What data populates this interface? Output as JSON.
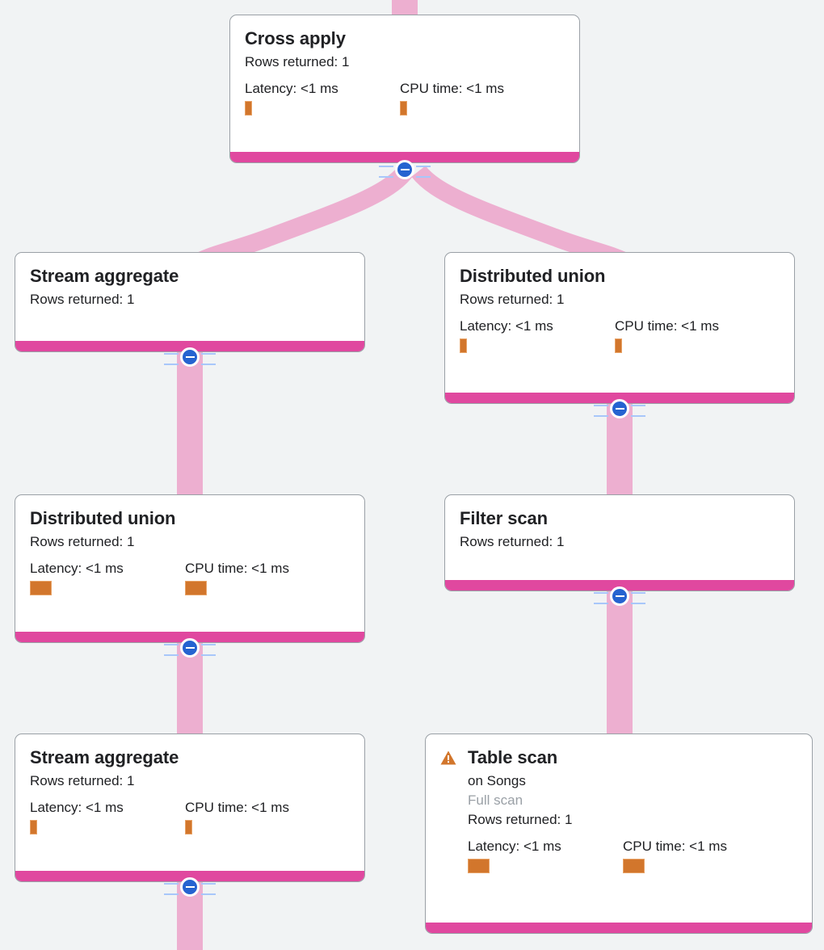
{
  "theme": {
    "background": "#F1F3F4",
    "card_background": "#FFFFFF",
    "card_border": "#9AA0A6",
    "footer_bar": "#E0489F",
    "edge": "#EDAFD0",
    "metric_bar": "#D2762C",
    "toggle_knob": "#2563D0",
    "toggle_rail": "#A8C7FA",
    "warning": "#D2762C",
    "muted_text": "#9AA0A6",
    "text": "#202124"
  },
  "labels": {
    "rows_returned_prefix": "Rows returned:",
    "latency_prefix": "Latency:",
    "cpu_prefix": "CPU time:",
    "collapse_icon": "collapse-minus-icon",
    "warning_icon": "warning-triangle-icon"
  },
  "nodes": [
    {
      "id": "cross-apply",
      "title": "Cross apply",
      "rows_returned": "Rows returned: 1",
      "latency": "Latency: <1 ms",
      "cpu_time": "CPU time: <1 ms",
      "latency_bar": "narrow",
      "cpu_bar": "narrow",
      "has_warning": false,
      "has_metrics": true,
      "subtitle": null,
      "scan_type": null
    },
    {
      "id": "stream-aggregate-1",
      "title": "Stream aggregate",
      "rows_returned": "Rows returned: 1",
      "latency": null,
      "cpu_time": null,
      "latency_bar": null,
      "cpu_bar": null,
      "has_warning": false,
      "has_metrics": false,
      "subtitle": null,
      "scan_type": null
    },
    {
      "id": "distributed-union-right",
      "title": "Distributed union",
      "rows_returned": "Rows returned: 1",
      "latency": "Latency: <1 ms",
      "cpu_time": "CPU time: <1 ms",
      "latency_bar": "narrow",
      "cpu_bar": "narrow",
      "has_warning": false,
      "has_metrics": true,
      "subtitle": null,
      "scan_type": null
    },
    {
      "id": "distributed-union-left",
      "title": "Distributed union",
      "rows_returned": "Rows returned: 1",
      "latency": "Latency: <1 ms",
      "cpu_time": "CPU time: <1 ms",
      "latency_bar": "wide",
      "cpu_bar": "wide",
      "has_warning": false,
      "has_metrics": true,
      "subtitle": null,
      "scan_type": null
    },
    {
      "id": "filter-scan",
      "title": "Filter scan",
      "rows_returned": "Rows returned: 1",
      "latency": null,
      "cpu_time": null,
      "latency_bar": null,
      "cpu_bar": null,
      "has_warning": false,
      "has_metrics": false,
      "subtitle": null,
      "scan_type": null
    },
    {
      "id": "stream-aggregate-2",
      "title": "Stream aggregate",
      "rows_returned": "Rows returned: 1",
      "latency": "Latency: <1 ms",
      "cpu_time": "CPU time: <1 ms",
      "latency_bar": "narrow",
      "cpu_bar": "narrow",
      "has_warning": false,
      "has_metrics": true,
      "subtitle": null,
      "scan_type": null
    },
    {
      "id": "table-scan",
      "title": "Table scan",
      "subtitle": "on Songs",
      "scan_type": "Full scan",
      "rows_returned": "Rows returned: 1",
      "latency": "Latency: <1 ms",
      "cpu_time": "CPU time: <1 ms",
      "latency_bar": "wide",
      "cpu_bar": "wide",
      "has_warning": true,
      "has_metrics": true
    }
  ]
}
